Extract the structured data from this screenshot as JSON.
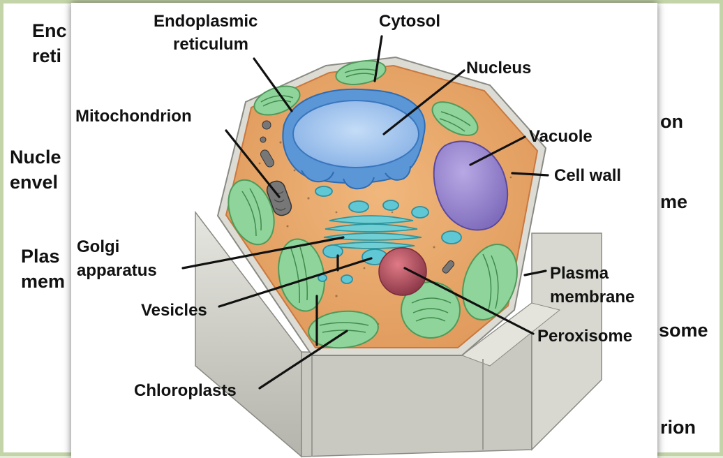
{
  "background_labels": [
    {
      "id": "bg-1",
      "lines": [
        "Enc",
        "reti"
      ]
    },
    {
      "id": "bg-2",
      "lines": [
        "Nucle",
        "envel"
      ]
    },
    {
      "id": "bg-3",
      "lines": [
        "Plas",
        "mem"
      ]
    },
    {
      "id": "bg-4",
      "lines": [
        "on"
      ]
    },
    {
      "id": "bg-5",
      "lines": [
        "me"
      ]
    },
    {
      "id": "bg-6",
      "lines": [
        "some"
      ]
    },
    {
      "id": "bg-7",
      "lines": [
        "rion"
      ]
    }
  ],
  "labels": {
    "er": [
      "Endoplasmic",
      "reticulum"
    ],
    "cytosol": "Cytosol",
    "nucleus": "Nucleus",
    "mitochondrion": "Mitochondrion",
    "vacuole": "Vacuole",
    "cell_wall": "Cell wall",
    "golgi": [
      "Golgi",
      "apparatus"
    ],
    "plasma_membrane": [
      "Plasma",
      "membrane"
    ],
    "vesicles": "Vesicles",
    "peroxisome": "Peroxisome",
    "chloroplasts": "Chloroplasts"
  },
  "colors": {
    "cytoplasm": "#e9a86a",
    "cell_wall": "#d6d6cf",
    "nucleus": "#9fc3ee",
    "er": "#5b96d6",
    "vacuole": "#9a86d0",
    "chloroplast": "#8fd49a",
    "peroxisome": "#b35a6a",
    "golgi": "#6fcfd4"
  }
}
